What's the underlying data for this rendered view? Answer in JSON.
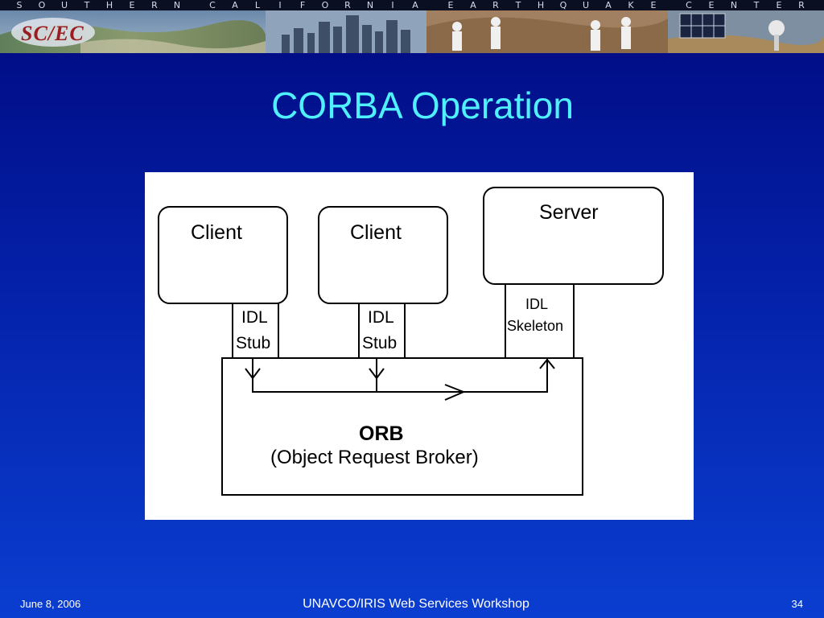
{
  "header": {
    "banner_words": [
      [
        "S",
        "O",
        "U",
        "T",
        "H",
        "E",
        "R",
        "N"
      ],
      [
        "C",
        "A",
        "L",
        "I",
        "F",
        "O",
        "R",
        "N",
        "I",
        "A"
      ],
      [
        "E",
        "A",
        "R",
        "T",
        "H",
        "Q",
        "U",
        "A",
        "K",
        "E"
      ],
      [
        "C",
        "E",
        "N",
        "T",
        "E",
        "R"
      ]
    ],
    "logo_text": "SC/EC"
  },
  "slide": {
    "title": "CORBA Operation"
  },
  "diagram": {
    "client1_label": "Client",
    "client2_label": "Client",
    "server_label": "Server",
    "stub1_line1": "IDL",
    "stub1_line2": "Stub",
    "stub2_line1": "IDL",
    "stub2_line2": "Stub",
    "skeleton_line1": "IDL",
    "skeleton_line2": "Skeleton",
    "orb_label": "ORB",
    "orb_sublabel": "(Object Request Broker)"
  },
  "footer": {
    "date": "June 8, 2006",
    "event": "UNAVCO/IRIS Web Services Workshop",
    "page_number": "34"
  }
}
